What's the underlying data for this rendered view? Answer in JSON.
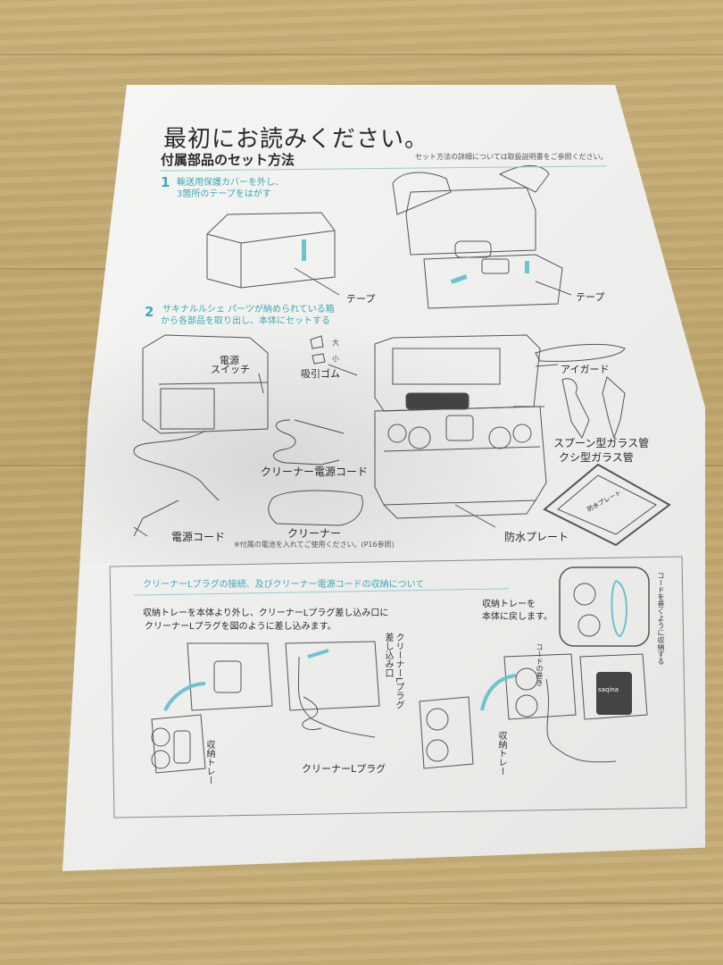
{
  "document": {
    "title": "最初にお読みください。",
    "subtitle": "付属部品のセット方法",
    "reference_note": "セット方法の詳細については取扱説明書をご参照ください。",
    "step1": {
      "number": "1",
      "line1": "輸送用保護カバーを外し、",
      "line2": "3箇所のテープをはがす",
      "tape_label_left": "テープ",
      "tape_label_right": "テープ"
    },
    "step2": {
      "number": "2",
      "line1": "サキナルルシェ パーツが納められている箱",
      "line2": "から各部品を取り出し、本体にセットする",
      "power_switch_line1": "電源",
      "power_switch_line2": "スイッチ",
      "size_large": "大",
      "size_small": "小",
      "suction_rubber": "吸引ゴム",
      "eye_guard": "アイガード",
      "spoon_glass": "スプーン型ガラス管",
      "comb_glass": "クシ型ガラス管",
      "cleaner_power_cord": "クリーナー電源コード",
      "power_cord": "電源コード",
      "cleaner": "クリーナー",
      "battery_note": "※付属の電池を入れてご使用ください。(P16参照)",
      "waterproof_plate": "防水プレート",
      "plate_label": "防水プレート",
      "device_brand": "saqina"
    },
    "box": {
      "title": "クリーナーLプラグの接続、及びクリーナー電源コードの収納について",
      "instruction_line1": "収納トレーを本体より外し、クリーナーLプラグ差し込み口に",
      "instruction_line2": "クリーナーLプラグを図のように差し込みます。",
      "return_line1": "収納トレーを",
      "return_line2": "本体に戻します。",
      "storage_tray_1": "収納トレー",
      "plug_inlet": "クリーナーLプラグ差し込み口",
      "cleaner_l_plug": "クリーナーLプラグ",
      "storage_tray_2": "収納トレー",
      "cord_note": "コードを巻くように収納する",
      "cord_vertical": "コードの巻き"
    }
  }
}
